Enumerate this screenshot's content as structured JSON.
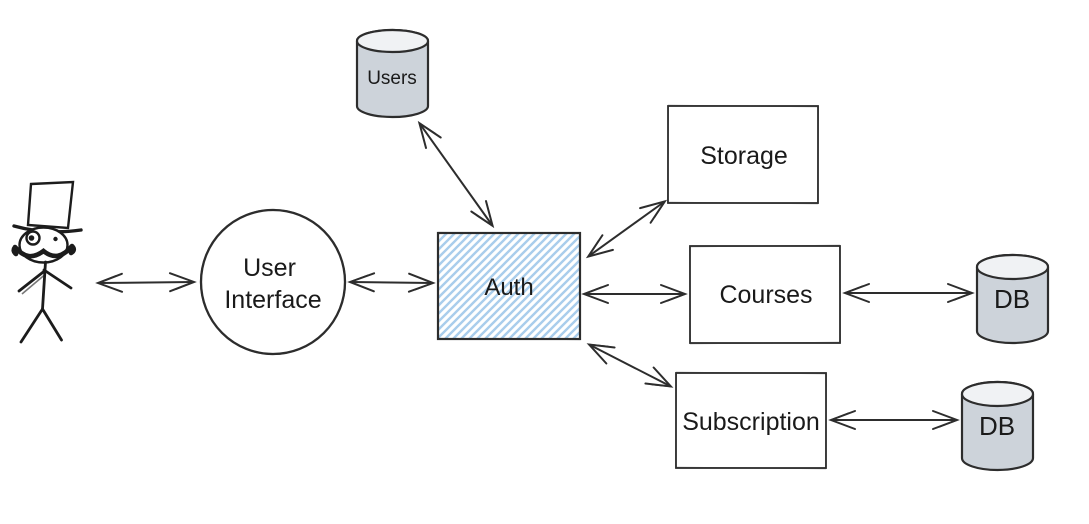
{
  "diagram": {
    "type": "architecture-sketch",
    "colors": {
      "background": "#ffffff",
      "stroke": "#2d2d2d",
      "text": "#1a1a1a",
      "box_fill": "#ffffff",
      "cylinder_fill": "#cdd3da",
      "cylinder_top_fill": "#f0f2f4",
      "auth_hatch": "#a9cdec",
      "actor_stroke": "#1c1c1c"
    },
    "nodes": {
      "actor": {
        "icon": "stick-figure-top-hat-monocle-mustache"
      },
      "user_interface": {
        "shape": "circle",
        "label_lines": [
          "User",
          "Interface"
        ]
      },
      "auth": {
        "shape": "rectangle",
        "fill_style": "hachure",
        "label": "Auth"
      },
      "users_store": {
        "shape": "cylinder",
        "label": "Users"
      },
      "storage": {
        "shape": "rectangle",
        "label": "Storage"
      },
      "courses": {
        "shape": "rectangle",
        "label": "Courses"
      },
      "subscription": {
        "shape": "rectangle",
        "label": "Subscription"
      },
      "courses_db": {
        "shape": "cylinder",
        "label": "DB"
      },
      "subscription_db": {
        "shape": "cylinder",
        "label": "DB"
      }
    },
    "edges": [
      {
        "from": "actor",
        "to": "user_interface",
        "arrows": "both"
      },
      {
        "from": "user_interface",
        "to": "auth",
        "arrows": "both"
      },
      {
        "from": "auth",
        "to": "users_store",
        "arrows": "both"
      },
      {
        "from": "auth",
        "to": "storage",
        "arrows": "both"
      },
      {
        "from": "auth",
        "to": "courses",
        "arrows": "both"
      },
      {
        "from": "auth",
        "to": "subscription",
        "arrows": "both"
      },
      {
        "from": "courses",
        "to": "courses_db",
        "arrows": "both"
      },
      {
        "from": "subscription",
        "to": "subscription_db",
        "arrows": "both"
      }
    ]
  }
}
